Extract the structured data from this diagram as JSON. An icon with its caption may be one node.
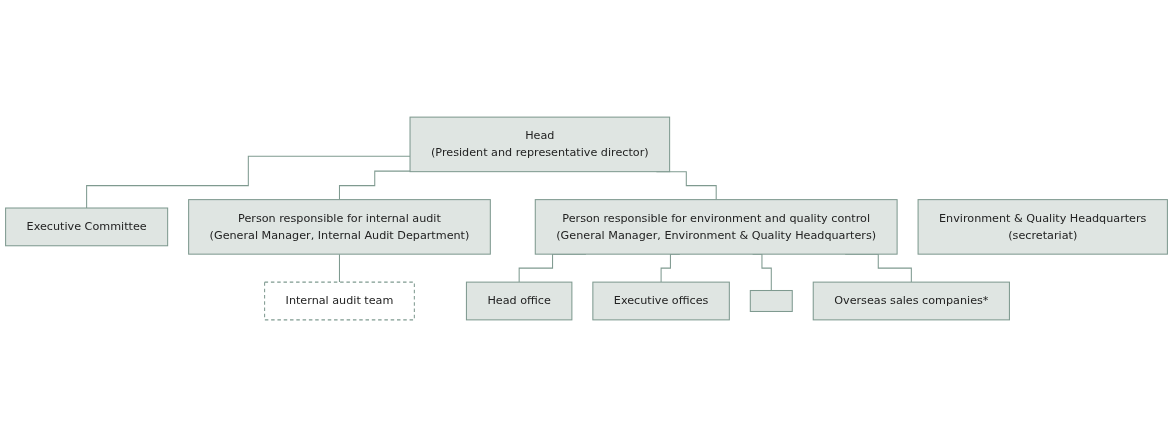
{
  "diagram": {
    "nodes": [
      {
        "text": [
          "Head",
          "(President and representative director)"
        ]
      },
      {
        "text": [
          "Executive Committee"
        ]
      },
      {
        "text": [
          "Person responsible for internal audit",
          "(General Manager, Internal Audit Department)"
        ]
      },
      {
        "text": [
          "Internal audit team"
        ]
      },
      {
        "text": [
          "Person responsible for environment and quality control",
          "(General Manager, Environment & Quality Headquarters)"
        ]
      },
      {
        "text": [
          "Environment & Quality Headquarters",
          "(secretariat)"
        ]
      },
      {
        "text": [
          "Head office"
        ]
      },
      {
        "text": [
          "Executive offices"
        ]
      },
      {
        "text": [],
        "shape": "box"
      },
      {
        "text": [
          "Overseas sales companies*"
        ]
      }
    ],
    "edges": [
      {
        "from": 0,
        "to": 1,
        "arrow": "none"
      },
      {
        "from": 0,
        "to": 2,
        "arrow": "none"
      },
      {
        "from": 0,
        "to": 4,
        "arrow": "none"
      },
      {
        "from": 2,
        "to": 3,
        "arrow": "none"
      },
      {
        "from": 4,
        "to": 6,
        "arrow": "none"
      },
      {
        "from": 4,
        "to": 7,
        "arrow": "none"
      },
      {
        "from": 4,
        "to": 8,
        "arrow": "none"
      },
      {
        "from": 4,
        "to": 9,
        "arrow": "none"
      }
    ]
  }
}
